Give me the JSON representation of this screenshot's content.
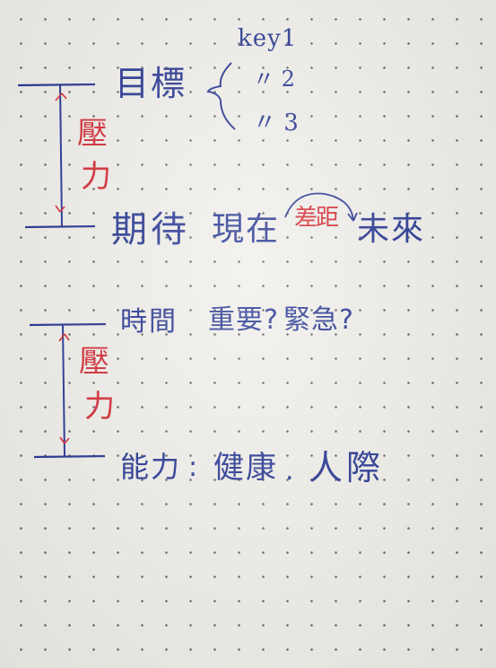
{
  "colors": {
    "blue_ink": "#1c2c8c",
    "red_ink": "#d2212b",
    "paper": "#efeee9",
    "dots": "#5d5d5d"
  },
  "section1": {
    "top_label": "目標",
    "keys": [
      "key1",
      "〃 2",
      "〃 3"
    ],
    "pressure_label_chars": [
      "壓",
      "力"
    ],
    "bottom_label": "期待",
    "now_label": "現在",
    "gap_label": "差距",
    "future_label": "未來"
  },
  "section2": {
    "top_label": "時間",
    "important_label": "重要?",
    "urgent_label": "緊急?",
    "pressure_label_chars": [
      "壓",
      "力"
    ],
    "bottom_label": "能力",
    "colon": ":",
    "health_label": "健康",
    "dot": ".",
    "relations_label": "人際"
  }
}
